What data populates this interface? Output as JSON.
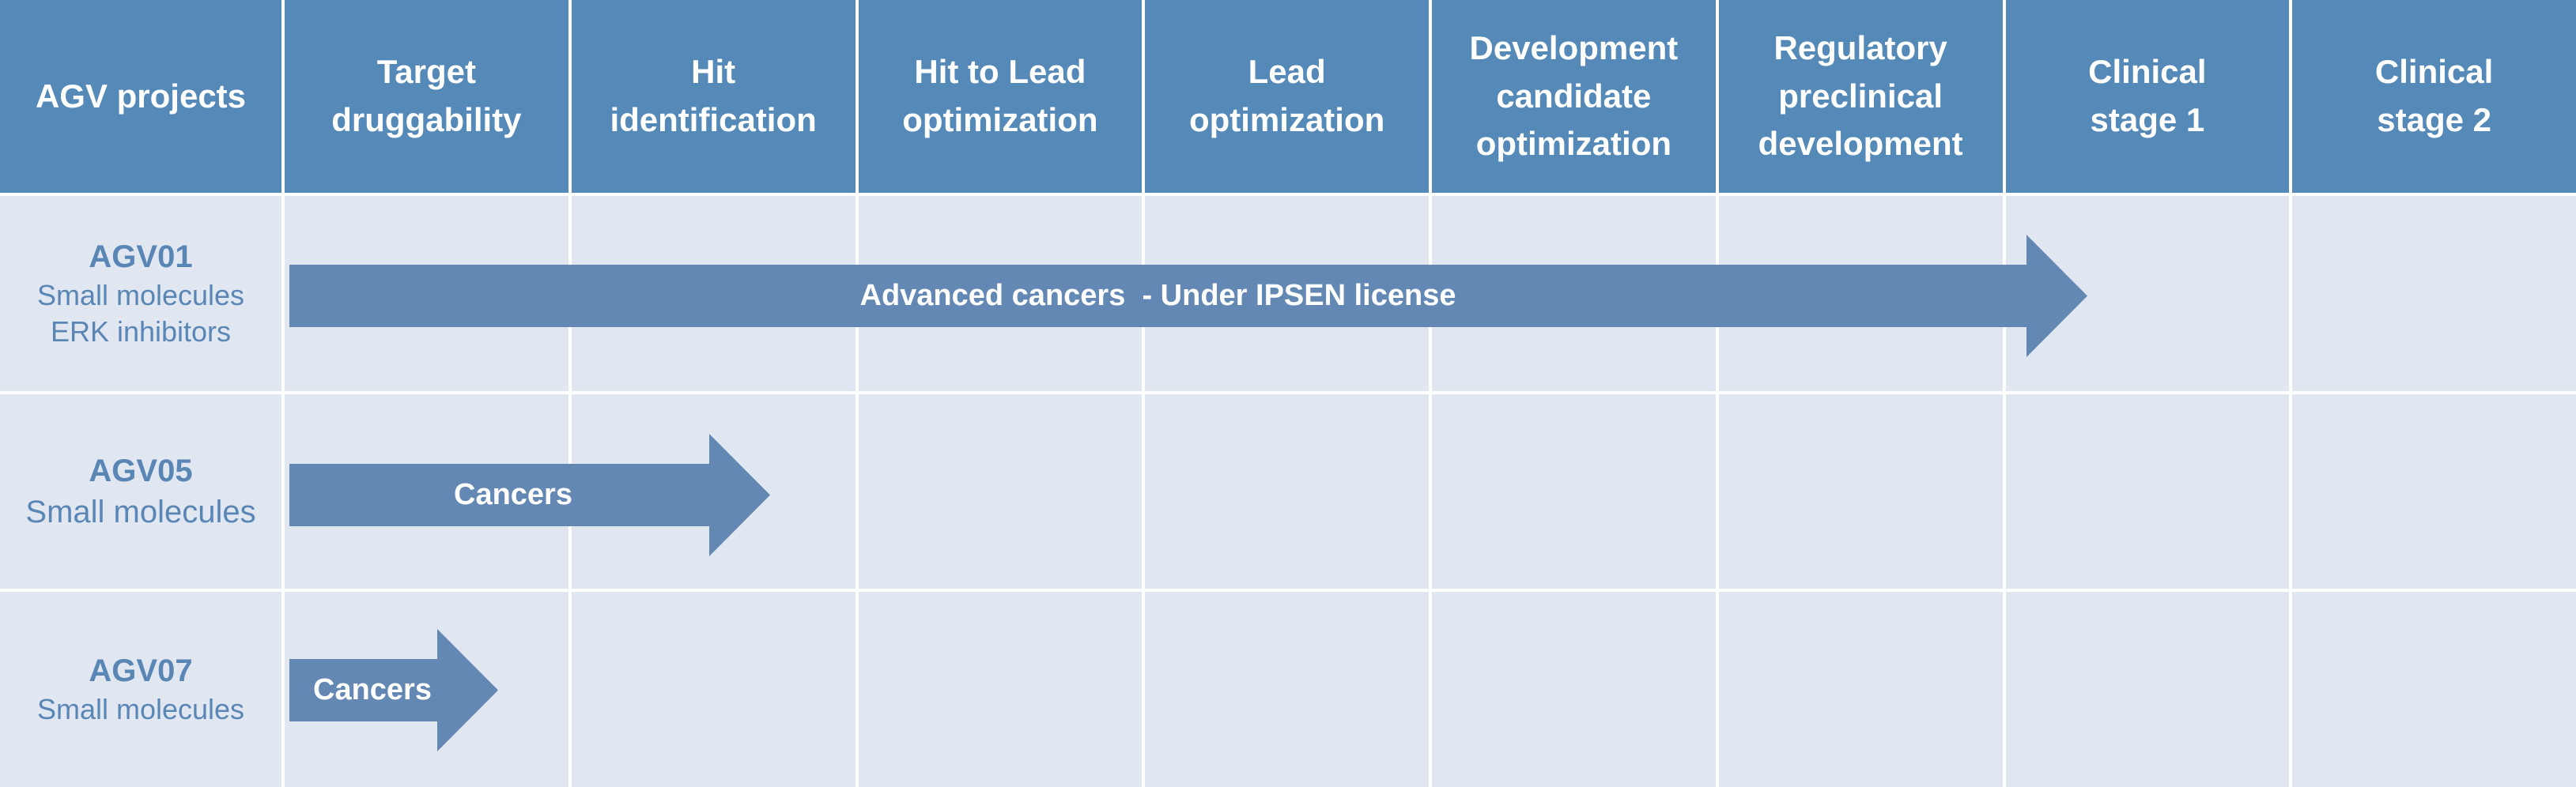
{
  "header": {
    "first_label": "AGV projects",
    "stages": [
      "Target\ndruggability",
      "Hit\nidentification",
      "Hit to Lead\noptimization",
      "Lead\noptimization",
      "Development\ncandidate\noptimization",
      "Regulatory\npreclinical\ndevelopment",
      "Clinical\nstage 1",
      "Clinical\nstage 2"
    ]
  },
  "projects": [
    {
      "code": "AGV01",
      "description": "Small molecules\nERK inhibitors",
      "arrow_label": "Advanced cancers  - Under IPSEN license"
    },
    {
      "code": "AGV05",
      "description": "Small molecules",
      "arrow_label": "Cancers"
    },
    {
      "code": "AGV07",
      "description": "Small molecules",
      "arrow_label": "Cancers"
    }
  ],
  "colors": {
    "header_bg": "#5589b8",
    "body_bg": "#e1e7f1",
    "arrow_fill": "#6388b4",
    "label_text": "#5a86b6"
  }
}
